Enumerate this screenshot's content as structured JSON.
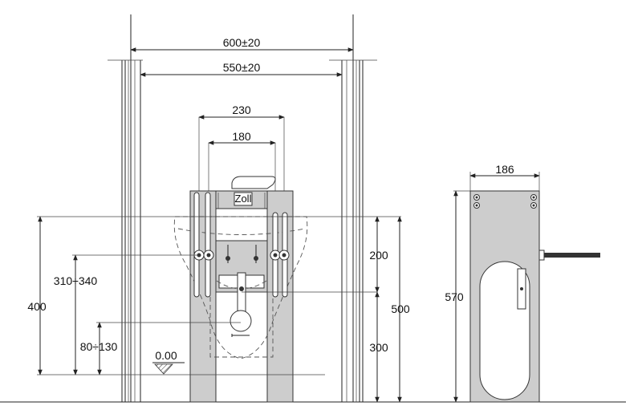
{
  "dimensions": {
    "overall_width": "600±20",
    "inner_width": "550±20",
    "connection_spacing_outer": "230",
    "connection_spacing_inner": "180",
    "side_depth": "186",
    "supply_height_range": "310÷340",
    "total_height": "400",
    "drain_height_range": "80÷130",
    "floor_level": "0.00",
    "upper_segment": "200",
    "lower_segment": "300",
    "frame_height": "500",
    "side_height": "570"
  },
  "logo": {
    "text": "Zoll"
  }
}
